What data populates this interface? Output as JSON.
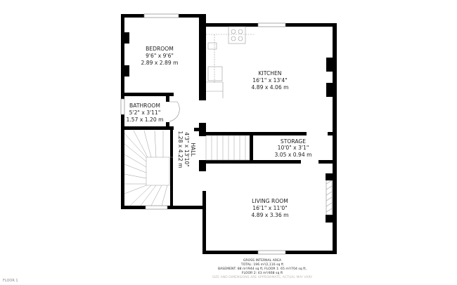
{
  "rooms": {
    "bedroom": {
      "name": "BEDROOM",
      "imperial": "9'6\" x 9'6\"",
      "metric": "2.89 x 2.89 m"
    },
    "kitchen": {
      "name": "KITCHEN",
      "imperial": "16'1\" x 13'4\"",
      "metric": "4.89 x 4.06 m"
    },
    "bathroom": {
      "name": "BATHROOM",
      "imperial": "5'2\" x 3'11\"",
      "metric": "1.57 x 1.20 m"
    },
    "hall": {
      "name": "HALL",
      "imperial": "4'3\" x 13'10\"",
      "metric": "1.28 x 4.22 m"
    },
    "storage": {
      "name": "STORAGE",
      "imperial": "10'0\" x 3'1\"",
      "metric": "3.05 x 0.94 m"
    },
    "living": {
      "name": "LIVING ROOM",
      "imperial": "16'1\" x 11'0\"",
      "metric": "4.89 x 3.36 m"
    }
  },
  "footer": {
    "title": "GROSS INTERNAL AREA",
    "total": "TOTAL: 196 m²/2,116 sq ft",
    "line2": "BASEMENT: 88 m²/944 sq ft, FLOOR 1: 65 m²/704 sq ft,",
    "line3": "FLOOR 2: 43 m²/468 sq ft",
    "disclaimer": "SIZE AND DIMENSIONS ARE APPROXIMATE, ACTUAL MAY VARY"
  },
  "floor_label": "FLOOR 1",
  "colors": {
    "wall": "#000000",
    "fixture": "#999999"
  }
}
